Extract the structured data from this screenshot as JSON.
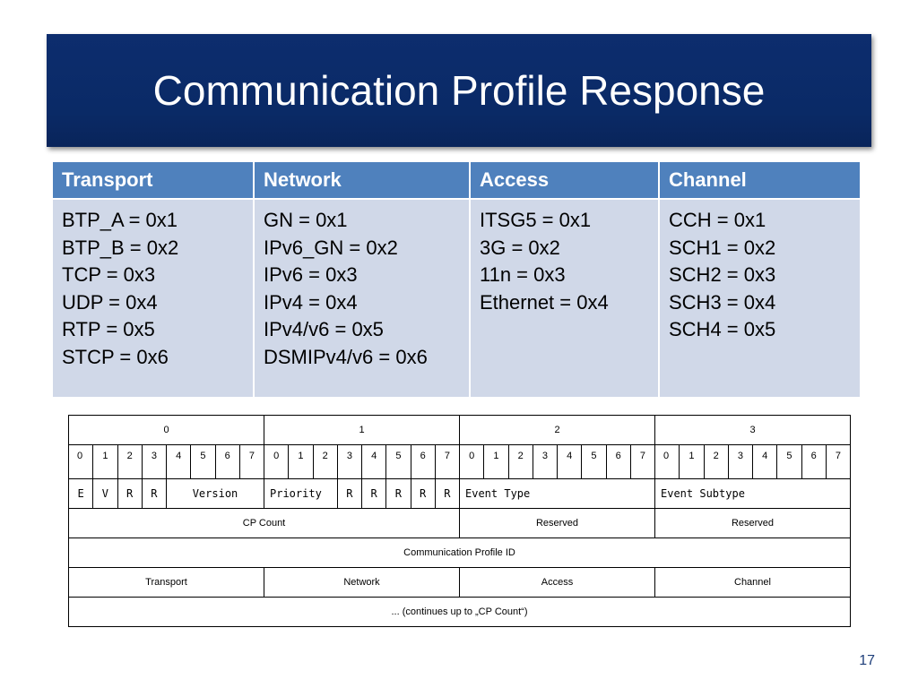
{
  "slide": {
    "title": "Communication Profile Response",
    "page_number": "17"
  },
  "profile_table": {
    "headers": [
      "Transport",
      "Network",
      "Access",
      "Channel"
    ],
    "columns": [
      [
        "BTP_A = 0x1",
        "BTP_B = 0x2",
        "TCP = 0x3",
        "UDP = 0x4",
        "RTP = 0x5",
        "STCP = 0x6"
      ],
      [
        "GN = 0x1",
        "IPv6_GN = 0x2",
        "IPv6 = 0x3",
        "IPv4 = 0x4",
        "IPv4/v6 = 0x5",
        "DSMIPv4/v6 = 0x6"
      ],
      [
        "ITSG5 = 0x1",
        "3G = 0x2",
        "11n = 0x3",
        "Ethernet = 0x4"
      ],
      [
        "CCH = 0x1",
        "SCH1 = 0x2",
        "SCH2 = 0x3",
        "SCH3 = 0x4",
        "SCH4 = 0x5"
      ]
    ]
  },
  "bit_layout": {
    "octets": [
      "0",
      "1",
      "2",
      "3"
    ],
    "bits": [
      "0",
      "1",
      "2",
      "3",
      "4",
      "5",
      "6",
      "7"
    ],
    "header_fields": {
      "e": "E",
      "v": "V",
      "r1": "R",
      "r2": "R",
      "version": "Version",
      "priority": "Priority",
      "r3": "R",
      "r4": "R",
      "r5": "R",
      "r6": "R",
      "r7": "R",
      "event_type": "Event Type",
      "event_subtype": "Event Subtype"
    },
    "cp_count": "CP Count",
    "reserved_1": "Reserved",
    "reserved_2": "Reserved",
    "communication_profile_id": "Communication Profile ID",
    "transport": "Transport",
    "network": "Network",
    "access": "Access",
    "channel": "Channel",
    "continuation": "...   (continues up to „CP Count“)"
  }
}
